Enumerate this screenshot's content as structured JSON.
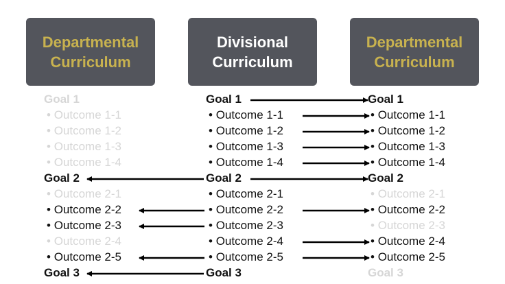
{
  "colors": {
    "box_bg": "#53555c",
    "dept_title": "#c8b24f",
    "div_title": "#ffffff",
    "active": "#111111",
    "inactive": "#d6d6d6"
  },
  "headers": [
    {
      "line1": "Departmental",
      "line2": "Curriculum",
      "style": "dept"
    },
    {
      "line1": "Divisional",
      "line2": "Curriculum",
      "style": "div"
    },
    {
      "line1": "Departmental",
      "line2": "Curriculum",
      "style": "dept"
    }
  ],
  "rows": [
    {
      "type": "goal",
      "text": "Goal 1",
      "left": false,
      "right": true,
      "arrow_left": false,
      "arrow_right": true
    },
    {
      "type": "outcome",
      "text": "Outcome 1-1",
      "left": false,
      "right": true,
      "arrow_left": false,
      "arrow_right": true
    },
    {
      "type": "outcome",
      "text": "Outcome 1-2",
      "left": false,
      "right": true,
      "arrow_left": false,
      "arrow_right": true
    },
    {
      "type": "outcome",
      "text": "Outcome 1-3",
      "left": false,
      "right": true,
      "arrow_left": false,
      "arrow_right": true
    },
    {
      "type": "outcome",
      "text": "Outcome 1-4",
      "left": false,
      "right": true,
      "arrow_left": false,
      "arrow_right": true
    },
    {
      "type": "goal",
      "text": "Goal 2",
      "left": true,
      "right": true,
      "arrow_left": true,
      "arrow_right": true
    },
    {
      "type": "outcome",
      "text": "Outcome 2-1",
      "left": false,
      "right": false,
      "arrow_left": false,
      "arrow_right": false
    },
    {
      "type": "outcome",
      "text": "Outcome 2-2",
      "left": true,
      "right": true,
      "arrow_left": true,
      "arrow_right": true
    },
    {
      "type": "outcome",
      "text": "Outcome 2-3",
      "left": true,
      "right": false,
      "arrow_left": true,
      "arrow_right": false
    },
    {
      "type": "outcome",
      "text": "Outcome 2-4",
      "left": false,
      "right": true,
      "arrow_left": false,
      "arrow_right": true
    },
    {
      "type": "outcome",
      "text": "Outcome 2-5",
      "left": true,
      "right": true,
      "arrow_left": true,
      "arrow_right": true
    },
    {
      "type": "goal",
      "text": "Goal 3",
      "left": true,
      "right": false,
      "arrow_left": true,
      "arrow_right": false
    }
  ],
  "bullet": "•"
}
